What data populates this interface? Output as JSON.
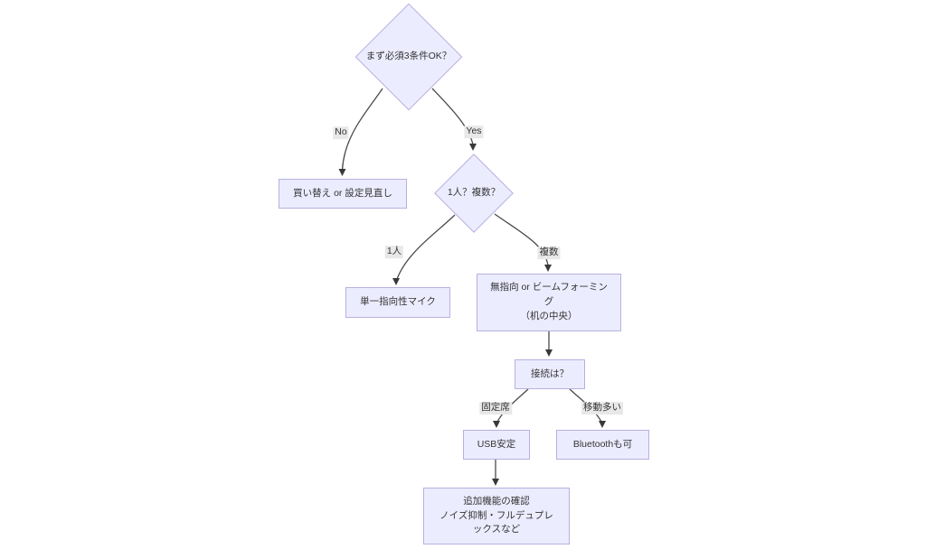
{
  "diagram": {
    "type": "flowchart",
    "direction": "top-down",
    "colors": {
      "background": "#ffffff",
      "node_fill": "#ECECFF",
      "node_border": "#b7b0e0",
      "edge_line": "#4a4a4a",
      "arrowhead": "#383838",
      "edge_label_bg": "#e8e8e8",
      "text": "#333333"
    },
    "nodes": {
      "condition_check": {
        "shape": "diamond",
        "label": "まず必須3条件OK？"
      },
      "replace_or_review": {
        "shape": "rect",
        "label": "買い替え or 設定見直し"
      },
      "people_count": {
        "shape": "diamond",
        "label": "1人？複数？"
      },
      "unidirectional_mic": {
        "shape": "rect",
        "label": "単一指向性マイク"
      },
      "omni_or_beamforming": {
        "shape": "rect",
        "label": "無指向 or ビームフォーミン\nグ\n（机の中央）"
      },
      "connection": {
        "shape": "rect",
        "label": "接続は？"
      },
      "usb_stable": {
        "shape": "rect",
        "label": "USB安定"
      },
      "bluetooth_ok": {
        "shape": "rect",
        "label": "Bluetoothも可"
      },
      "extra_features": {
        "shape": "rect",
        "label": "追加機能の確認\nノイズ抑制・フルデュプレ\nックスなど"
      }
    },
    "edge_labels": {
      "no": "No",
      "yes": "Yes",
      "one_person": "1人",
      "multiple": "複数",
      "fixed_seat": "固定席",
      "mobile": "移動多い"
    },
    "edges": [
      {
        "from": "condition_check",
        "to": "replace_or_review",
        "label": "No"
      },
      {
        "from": "condition_check",
        "to": "people_count",
        "label": "Yes"
      },
      {
        "from": "people_count",
        "to": "unidirectional_mic",
        "label": "1人"
      },
      {
        "from": "people_count",
        "to": "omni_or_beamforming",
        "label": "複数"
      },
      {
        "from": "omni_or_beamforming",
        "to": "connection",
        "label": ""
      },
      {
        "from": "connection",
        "to": "usb_stable",
        "label": "固定席"
      },
      {
        "from": "connection",
        "to": "bluetooth_ok",
        "label": "移動多い"
      },
      {
        "from": "usb_stable",
        "to": "extra_features",
        "label": ""
      }
    ]
  }
}
